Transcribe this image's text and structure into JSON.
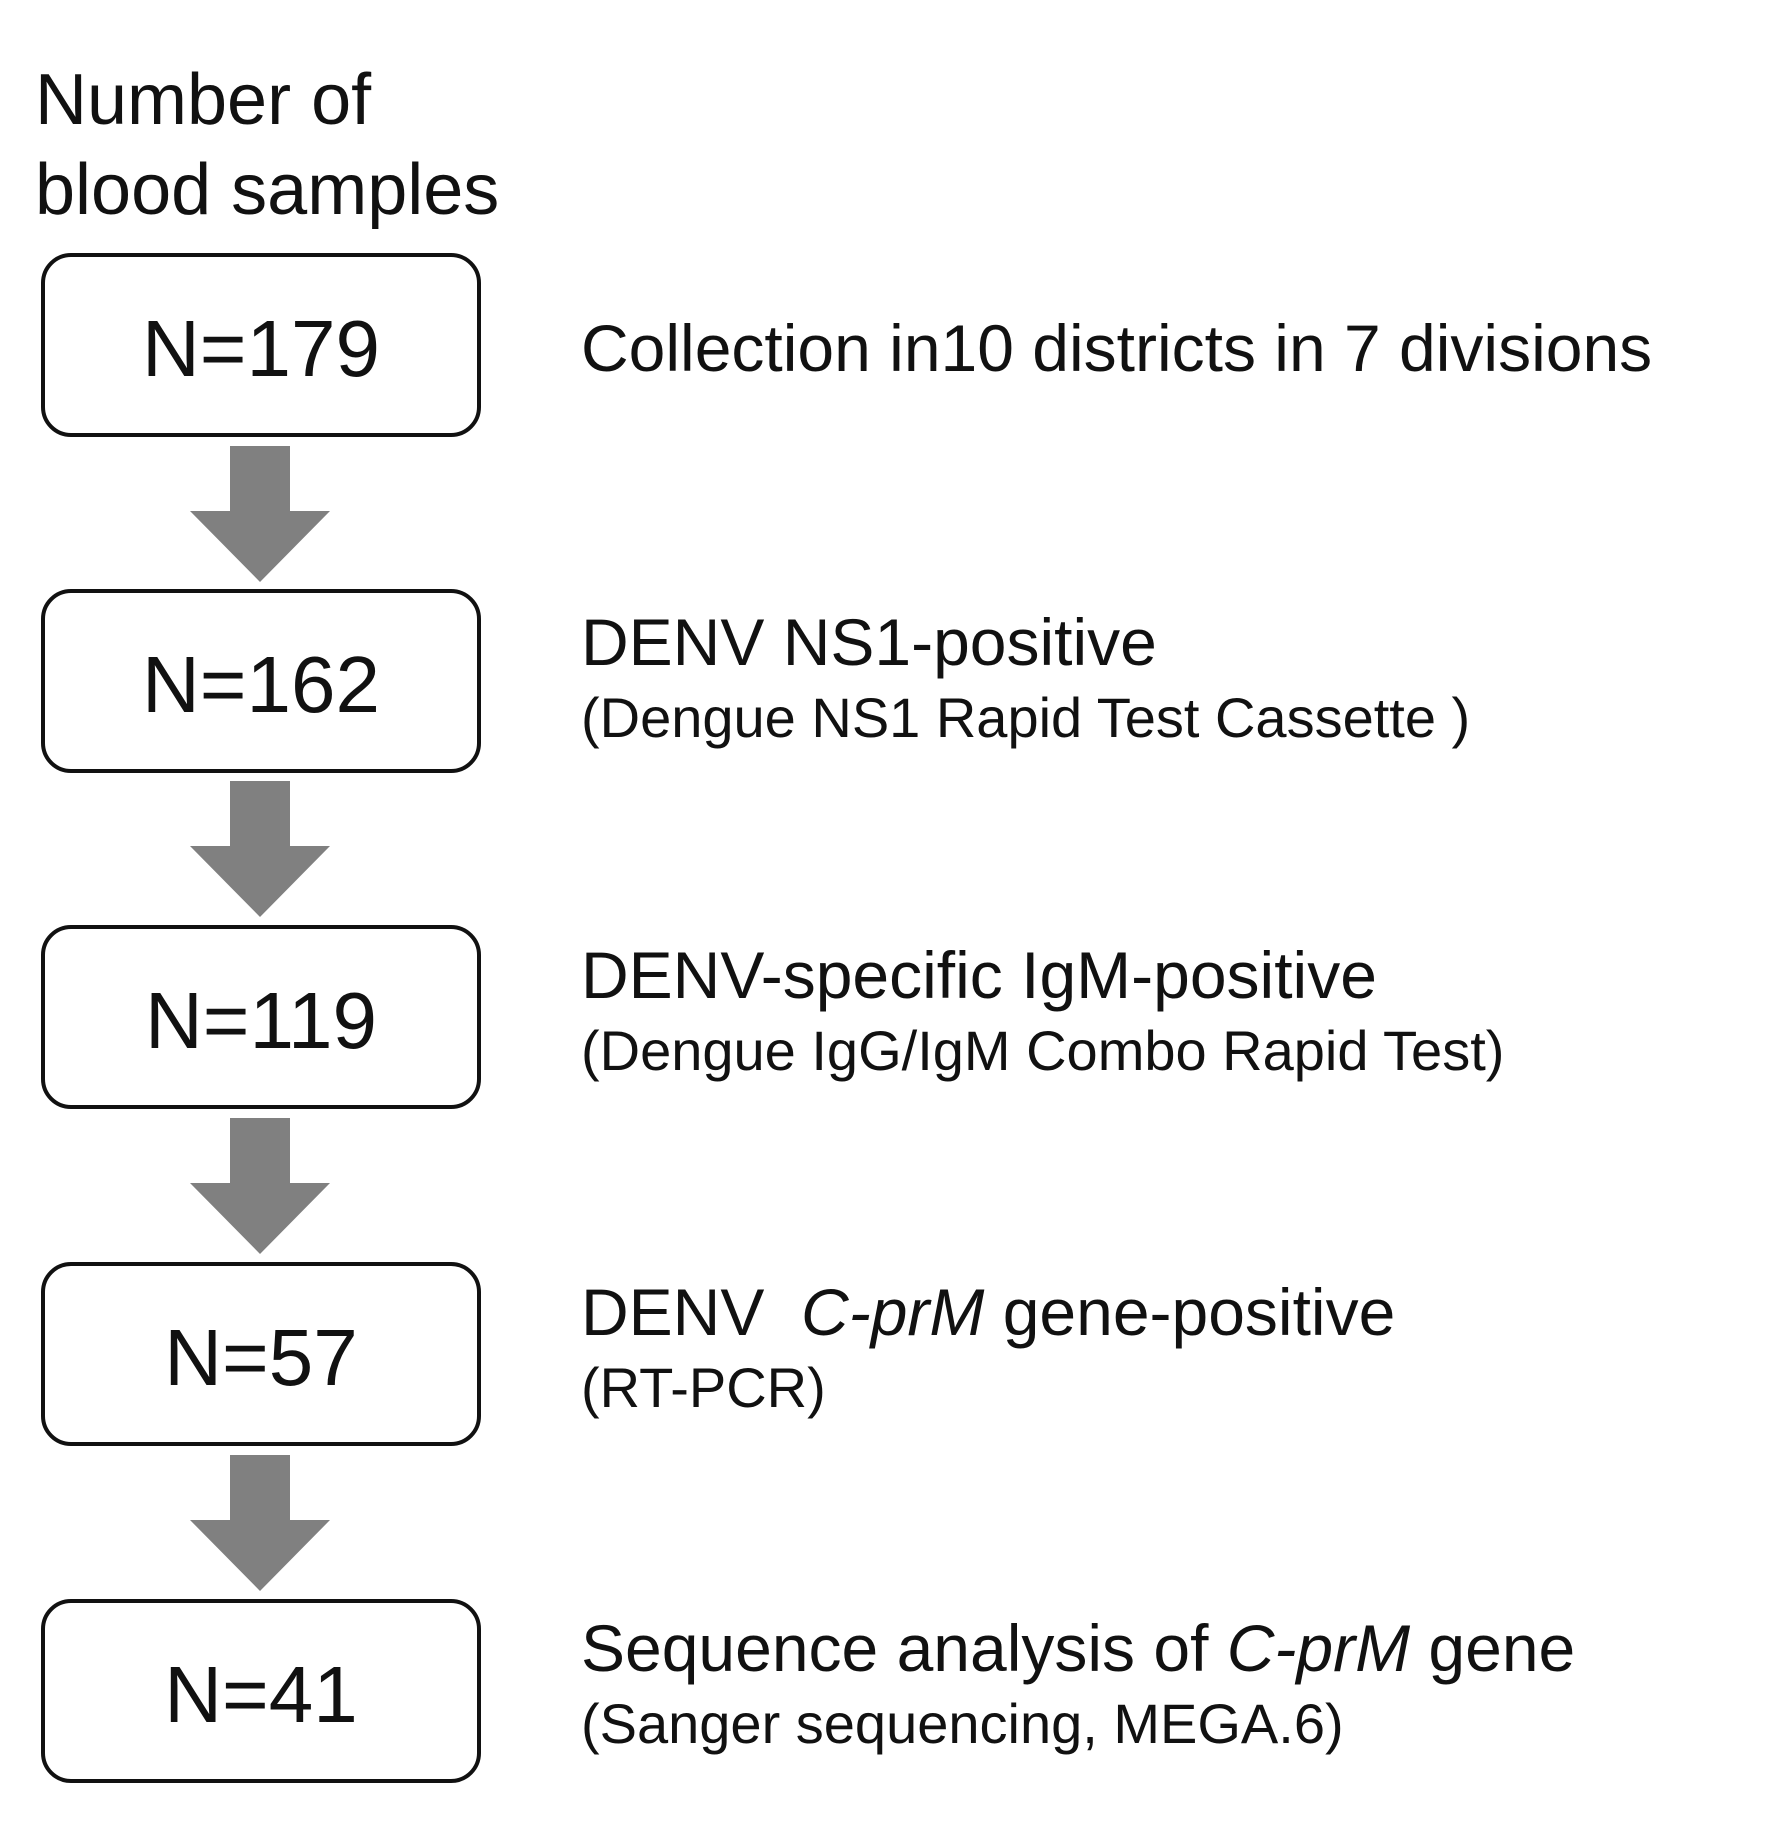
{
  "header": {
    "line1": "Number of",
    "line2": "blood samples"
  },
  "colors": {
    "arrow": "#808080",
    "border": "#111111",
    "text": "#111111"
  },
  "steps": [
    {
      "count": "N=179",
      "main": "Collection in10 districts in 7 divisions",
      "sub": ""
    },
    {
      "count": "N=162",
      "main": "DENV  NS1-positive",
      "sub": "(Dengue NS1 Rapid Test Cassette )"
    },
    {
      "count": "N=119",
      "main": "DENV-specific IgM-positive",
      "sub": "(Dengue IgG/IgM Combo Rapid Test)"
    },
    {
      "count": "N=57",
      "main_pre": "DENV  ",
      "main_italic": "C-prM",
      "main_post": " gene-positive",
      "sub": "(RT-PCR)"
    },
    {
      "count": "N=41",
      "main_pre": "Sequence analysis of ",
      "main_italic": "C-prM",
      "main_post": " gene",
      "sub": "(Sanger sequencing, MEGA.6)"
    }
  ]
}
